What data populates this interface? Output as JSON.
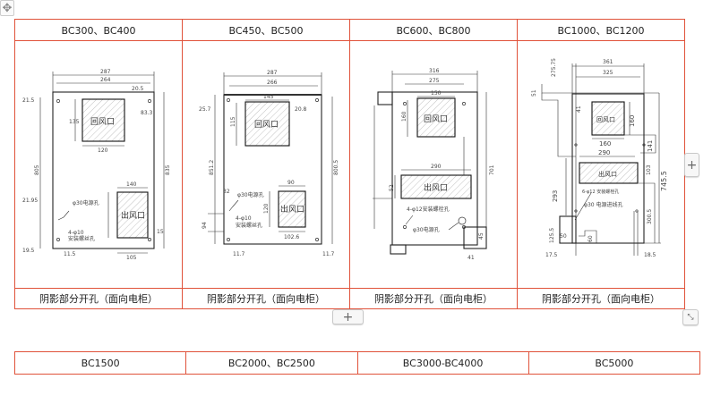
{
  "controls": {
    "move_icon": "move-icon",
    "add_column_label": "+",
    "add_row_label": "+",
    "resize_icon": "resize-icon",
    "move_glyph": "✥",
    "resize_glyph": "⤡"
  },
  "table1": {
    "headers": [
      "BC300、BC400",
      "BC450、BC500",
      "BC600、BC800",
      "BC1000、BC1200"
    ],
    "captions": [
      "阴影部分开孔（面向电柜）",
      "阴影部分开孔（面向电柜）",
      "阴影部分开孔（面向电柜）",
      "阴影部分开孔（面向电柜）"
    ]
  },
  "table2": {
    "headers": [
      "BC1500",
      "BC2000、BC2500",
      "BC3000-BC4000",
      "BC5000"
    ]
  },
  "drawings": {
    "d1": {
      "return_vent": "回风口",
      "outlet_vent": "出风口",
      "labels": [
        "287",
        "264",
        "20.5",
        "83.3",
        "120",
        "135",
        "140",
        "105",
        "15",
        "21.5",
        "21.95",
        "φ30电源孔",
        "4-φ10",
        "安装螺丝孔",
        "805",
        "835",
        "19.5",
        "11.5"
      ]
    },
    "d2": {
      "return_vent": "回风口",
      "outlet_vent": "出风口",
      "labels": [
        "287",
        "266",
        "145",
        "20.8",
        "115",
        "90",
        "120",
        "102.6",
        "φ30电源孔",
        "4-φ10",
        "安装螺丝孔",
        "32",
        "94",
        "11.7",
        "11.7",
        "800.5",
        "851.2",
        "25.7"
      ]
    },
    "d3": {
      "return_vent": "回风口",
      "outlet_vent": "出风口",
      "labels": [
        "316",
        "275",
        "150",
        "160",
        "290",
        "52",
        "4-φ12安装螺栓孔",
        "φ30电源孔",
        "41",
        "45",
        "701"
      ]
    },
    "d4": {
      "return_vent": "回风口",
      "outlet_vent": "出风口",
      "labels": [
        "361",
        "325",
        "275.75",
        "51",
        "41",
        "160",
        "160",
        "290",
        "141",
        "103",
        "745.5",
        "293",
        "6-φ12 安装螺栓孔",
        "φ30 电源进线孔",
        "125.5",
        "50",
        "60",
        "300.5",
        "17.5",
        "18.5"
      ]
    }
  }
}
